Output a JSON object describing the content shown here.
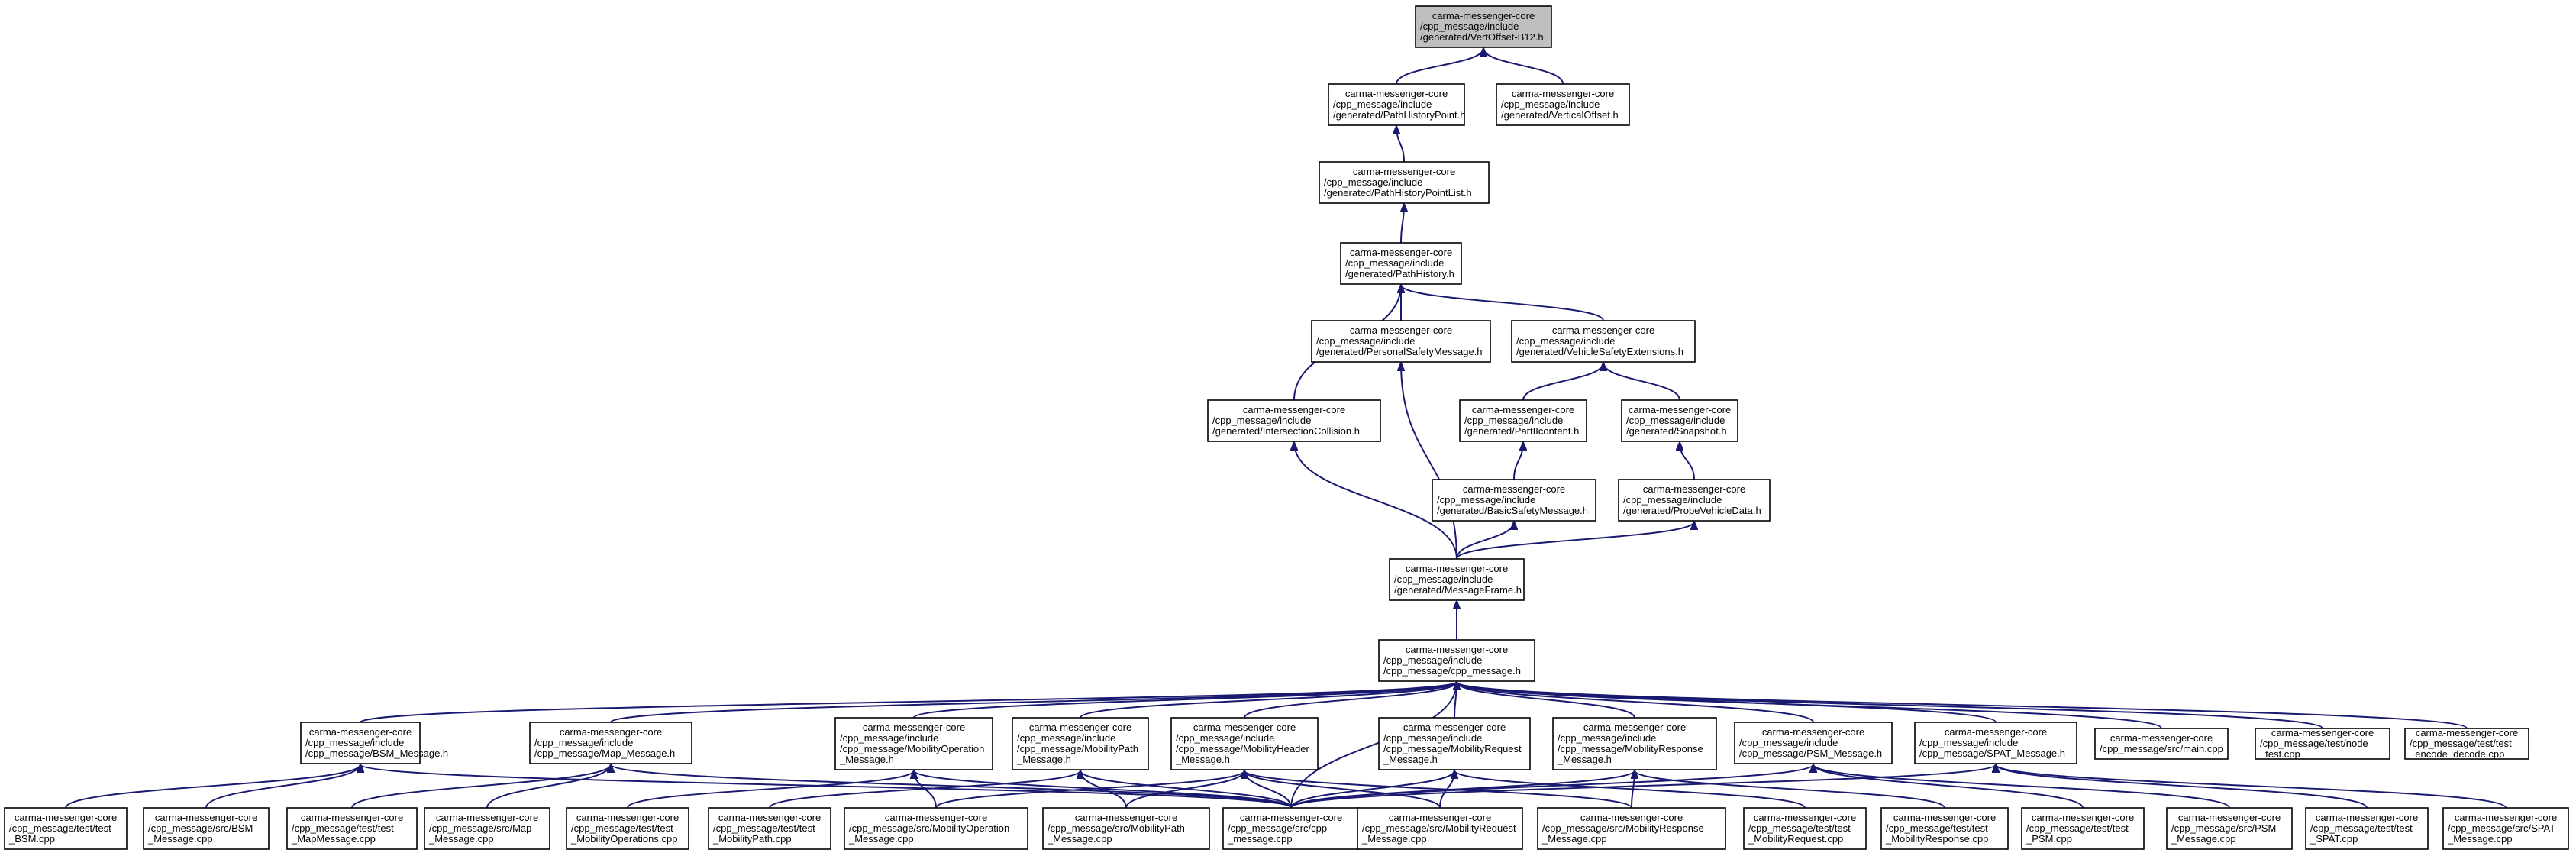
{
  "diagram": {
    "type": "include-dependency-graph",
    "colors": {
      "edge": "#191970",
      "root_fill": "#bfbfbf",
      "node_fill": "#ffffff",
      "border": "#000000"
    },
    "nodes": [
      {
        "id": "vertoffset",
        "lines": [
          "carma-messenger-core",
          "/cpp_message/include",
          "/generated/VertOffset-B12.h"
        ],
        "highlight": true
      },
      {
        "id": "pathhistorypoint",
        "lines": [
          "carma-messenger-core",
          "/cpp_message/include",
          "/generated/PathHistoryPoint.h"
        ]
      },
      {
        "id": "verticaloffset",
        "lines": [
          "carma-messenger-core",
          "/cpp_message/include",
          "/generated/VerticalOffset.h"
        ]
      },
      {
        "id": "pathhistorypointlist",
        "lines": [
          "carma-messenger-core",
          "/cpp_message/include",
          "/generated/PathHistoryPointList.h"
        ]
      },
      {
        "id": "pathhistory",
        "lines": [
          "carma-messenger-core",
          "/cpp_message/include",
          "/generated/PathHistory.h"
        ]
      },
      {
        "id": "personalsafety",
        "lines": [
          "carma-messenger-core",
          "/cpp_message/include",
          "/generated/PersonalSafetyMessage.h"
        ]
      },
      {
        "id": "vehiclesafety",
        "lines": [
          "carma-messenger-core",
          "/cpp_message/include",
          "/generated/VehicleSafetyExtensions.h"
        ]
      },
      {
        "id": "intersection",
        "lines": [
          "carma-messenger-core",
          "/cpp_message/include",
          "/generated/IntersectionCollision.h"
        ]
      },
      {
        "id": "partiicontent",
        "lines": [
          "carma-messenger-core",
          "/cpp_message/include",
          "/generated/PartIIcontent.h"
        ]
      },
      {
        "id": "snapshot",
        "lines": [
          "carma-messenger-core",
          "/cpp_message/include",
          "/generated/Snapshot.h"
        ]
      },
      {
        "id": "basicsafety",
        "lines": [
          "carma-messenger-core",
          "/cpp_message/include",
          "/generated/BasicSafetyMessage.h"
        ]
      },
      {
        "id": "probevehicle",
        "lines": [
          "carma-messenger-core",
          "/cpp_message/include",
          "/generated/ProbeVehicleData.h"
        ]
      },
      {
        "id": "messageframe",
        "lines": [
          "carma-messenger-core",
          "/cpp_message/include",
          "/generated/MessageFrame.h"
        ]
      },
      {
        "id": "cppmessage_h",
        "lines": [
          "carma-messenger-core",
          "/cpp_message/include",
          "/cpp_message/cpp_message.h"
        ]
      },
      {
        "id": "bsm_h",
        "lines": [
          "carma-messenger-core",
          "/cpp_message/include",
          "/cpp_message/BSM_Message.h"
        ]
      },
      {
        "id": "map_h",
        "lines": [
          "carma-messenger-core",
          "/cpp_message/include",
          "/cpp_message/Map_Message.h"
        ]
      },
      {
        "id": "mobop_h",
        "lines": [
          "carma-messenger-core",
          "/cpp_message/include",
          "/cpp_message/MobilityOperation",
          "_Message.h"
        ]
      },
      {
        "id": "mobpath_h",
        "lines": [
          "carma-messenger-core",
          "/cpp_message/include",
          "/cpp_message/MobilityPath",
          "_Message.h"
        ]
      },
      {
        "id": "mobheader_h",
        "lines": [
          "carma-messenger-core",
          "/cpp_message/include",
          "/cpp_message/MobilityHeader",
          "_Message.h"
        ]
      },
      {
        "id": "mobreq_h",
        "lines": [
          "carma-messenger-core",
          "/cpp_message/include",
          "/cpp_message/MobilityRequest",
          "_Message.h"
        ]
      },
      {
        "id": "mobresp_h",
        "lines": [
          "carma-messenger-core",
          "/cpp_message/include",
          "/cpp_message/MobilityResponse",
          "_Message.h"
        ]
      },
      {
        "id": "psm_h",
        "lines": [
          "carma-messenger-core",
          "/cpp_message/include",
          "/cpp_message/PSM_Message.h"
        ]
      },
      {
        "id": "spat_h",
        "lines": [
          "carma-messenger-core",
          "/cpp_message/include",
          "/cpp_message/SPAT_Message.h"
        ]
      },
      {
        "id": "main_cpp",
        "lines": [
          "carma-messenger-core",
          "/cpp_message/src/main.cpp"
        ]
      },
      {
        "id": "node_test",
        "lines": [
          "carma-messenger-core",
          "/cpp_message/test/node",
          "_test.cpp"
        ]
      },
      {
        "id": "test_encode",
        "lines": [
          "carma-messenger-core",
          "/cpp_message/test/test",
          "_encode_decode.cpp"
        ]
      },
      {
        "id": "t_bsm",
        "lines": [
          "carma-messenger-core",
          "/cpp_message/test/test",
          "_BSM.cpp"
        ]
      },
      {
        "id": "s_bsm",
        "lines": [
          "carma-messenger-core",
          "/cpp_message/src/BSM",
          "_Message.cpp"
        ]
      },
      {
        "id": "t_map",
        "lines": [
          "carma-messenger-core",
          "/cpp_message/test/test",
          "_MapMessage.cpp"
        ]
      },
      {
        "id": "s_map",
        "lines": [
          "carma-messenger-core",
          "/cpp_message/src/Map",
          "_Message.cpp"
        ]
      },
      {
        "id": "t_mobops",
        "lines": [
          "carma-messenger-core",
          "/cpp_message/test/test",
          "_MobilityOperations.cpp"
        ]
      },
      {
        "id": "t_mobpath",
        "lines": [
          "carma-messenger-core",
          "/cpp_message/test/test",
          "_MobilityPath.cpp"
        ]
      },
      {
        "id": "s_mobop",
        "lines": [
          "carma-messenger-core",
          "/cpp_message/src/MobilityOperation",
          "_Message.cpp"
        ]
      },
      {
        "id": "s_mobpath",
        "lines": [
          "carma-messenger-core",
          "/cpp_message/src/MobilityPath",
          "_Message.cpp"
        ]
      },
      {
        "id": "s_cpp",
        "lines": [
          "carma-messenger-core",
          "/cpp_message/src/cpp",
          "_message.cpp"
        ]
      },
      {
        "id": "s_mobreq",
        "lines": [
          "carma-messenger-core",
          "/cpp_message/src/MobilityRequest",
          "_Message.cpp"
        ]
      },
      {
        "id": "s_mobresp",
        "lines": [
          "carma-messenger-core",
          "/cpp_message/src/MobilityResponse",
          "_Message.cpp"
        ]
      },
      {
        "id": "t_mobreq",
        "lines": [
          "carma-messenger-core",
          "/cpp_message/test/test",
          "_MobilityRequest.cpp"
        ]
      },
      {
        "id": "t_mobresp",
        "lines": [
          "carma-messenger-core",
          "/cpp_message/test/test",
          "_MobilityResponse.cpp"
        ]
      },
      {
        "id": "t_psm",
        "lines": [
          "carma-messenger-core",
          "/cpp_message/test/test",
          "_PSM.cpp"
        ]
      },
      {
        "id": "s_psm",
        "lines": [
          "carma-messenger-core",
          "/cpp_message/src/PSM",
          "_Message.cpp"
        ]
      },
      {
        "id": "t_spat",
        "lines": [
          "carma-messenger-core",
          "/cpp_message/test/test",
          "_SPAT.cpp"
        ]
      },
      {
        "id": "s_spat",
        "lines": [
          "carma-messenger-core",
          "/cpp_message/src/SPAT",
          "_Message.cpp"
        ]
      }
    ],
    "edges": [
      [
        "pathhistorypoint",
        "vertoffset"
      ],
      [
        "verticaloffset",
        "vertoffset"
      ],
      [
        "pathhistorypointlist",
        "pathhistorypoint"
      ],
      [
        "pathhistory",
        "pathhistorypointlist"
      ],
      [
        "intersection",
        "pathhistory"
      ],
      [
        "personalsafety",
        "pathhistory"
      ],
      [
        "vehiclesafety",
        "pathhistory"
      ],
      [
        "partiicontent",
        "vehiclesafety"
      ],
      [
        "snapshot",
        "vehiclesafety"
      ],
      [
        "basicsafety",
        "partiicontent"
      ],
      [
        "probevehicle",
        "snapshot"
      ],
      [
        "messageframe",
        "intersection"
      ],
      [
        "messageframe",
        "personalsafety"
      ],
      [
        "messageframe",
        "basicsafety"
      ],
      [
        "messageframe",
        "probevehicle"
      ],
      [
        "cppmessage_h",
        "messageframe"
      ],
      [
        "bsm_h",
        "cppmessage_h"
      ],
      [
        "map_h",
        "cppmessage_h"
      ],
      [
        "mobop_h",
        "cppmessage_h"
      ],
      [
        "mobpath_h",
        "cppmessage_h"
      ],
      [
        "mobheader_h",
        "cppmessage_h"
      ],
      [
        "mobreq_h",
        "cppmessage_h"
      ],
      [
        "mobresp_h",
        "cppmessage_h"
      ],
      [
        "psm_h",
        "cppmessage_h"
      ],
      [
        "spat_h",
        "cppmessage_h"
      ],
      [
        "main_cpp",
        "cppmessage_h"
      ],
      [
        "node_test",
        "cppmessage_h"
      ],
      [
        "test_encode",
        "cppmessage_h"
      ],
      [
        "s_cpp",
        "cppmessage_h"
      ],
      [
        "t_bsm",
        "bsm_h"
      ],
      [
        "s_bsm",
        "bsm_h"
      ],
      [
        "s_cpp",
        "bsm_h"
      ],
      [
        "t_map",
        "map_h"
      ],
      [
        "s_map",
        "map_h"
      ],
      [
        "s_cpp",
        "map_h"
      ],
      [
        "t_mobops",
        "mobop_h"
      ],
      [
        "s_mobop",
        "mobop_h"
      ],
      [
        "s_cpp",
        "mobop_h"
      ],
      [
        "t_mobpath",
        "mobpath_h"
      ],
      [
        "s_mobpath",
        "mobpath_h"
      ],
      [
        "s_cpp",
        "mobpath_h"
      ],
      [
        "s_mobop",
        "mobheader_h"
      ],
      [
        "s_mobpath",
        "mobheader_h"
      ],
      [
        "s_mobreq",
        "mobheader_h"
      ],
      [
        "s_mobresp",
        "mobheader_h"
      ],
      [
        "s_cpp",
        "mobheader_h"
      ],
      [
        "t_mobreq",
        "mobreq_h"
      ],
      [
        "s_mobreq",
        "mobreq_h"
      ],
      [
        "s_cpp",
        "mobreq_h"
      ],
      [
        "t_mobresp",
        "mobresp_h"
      ],
      [
        "s_mobresp",
        "mobresp_h"
      ],
      [
        "s_cpp",
        "mobresp_h"
      ],
      [
        "t_psm",
        "psm_h"
      ],
      [
        "s_psm",
        "psm_h"
      ],
      [
        "s_cpp",
        "psm_h"
      ],
      [
        "t_spat",
        "spat_h"
      ],
      [
        "s_spat",
        "spat_h"
      ],
      [
        "s_cpp",
        "spat_h"
      ]
    ]
  }
}
